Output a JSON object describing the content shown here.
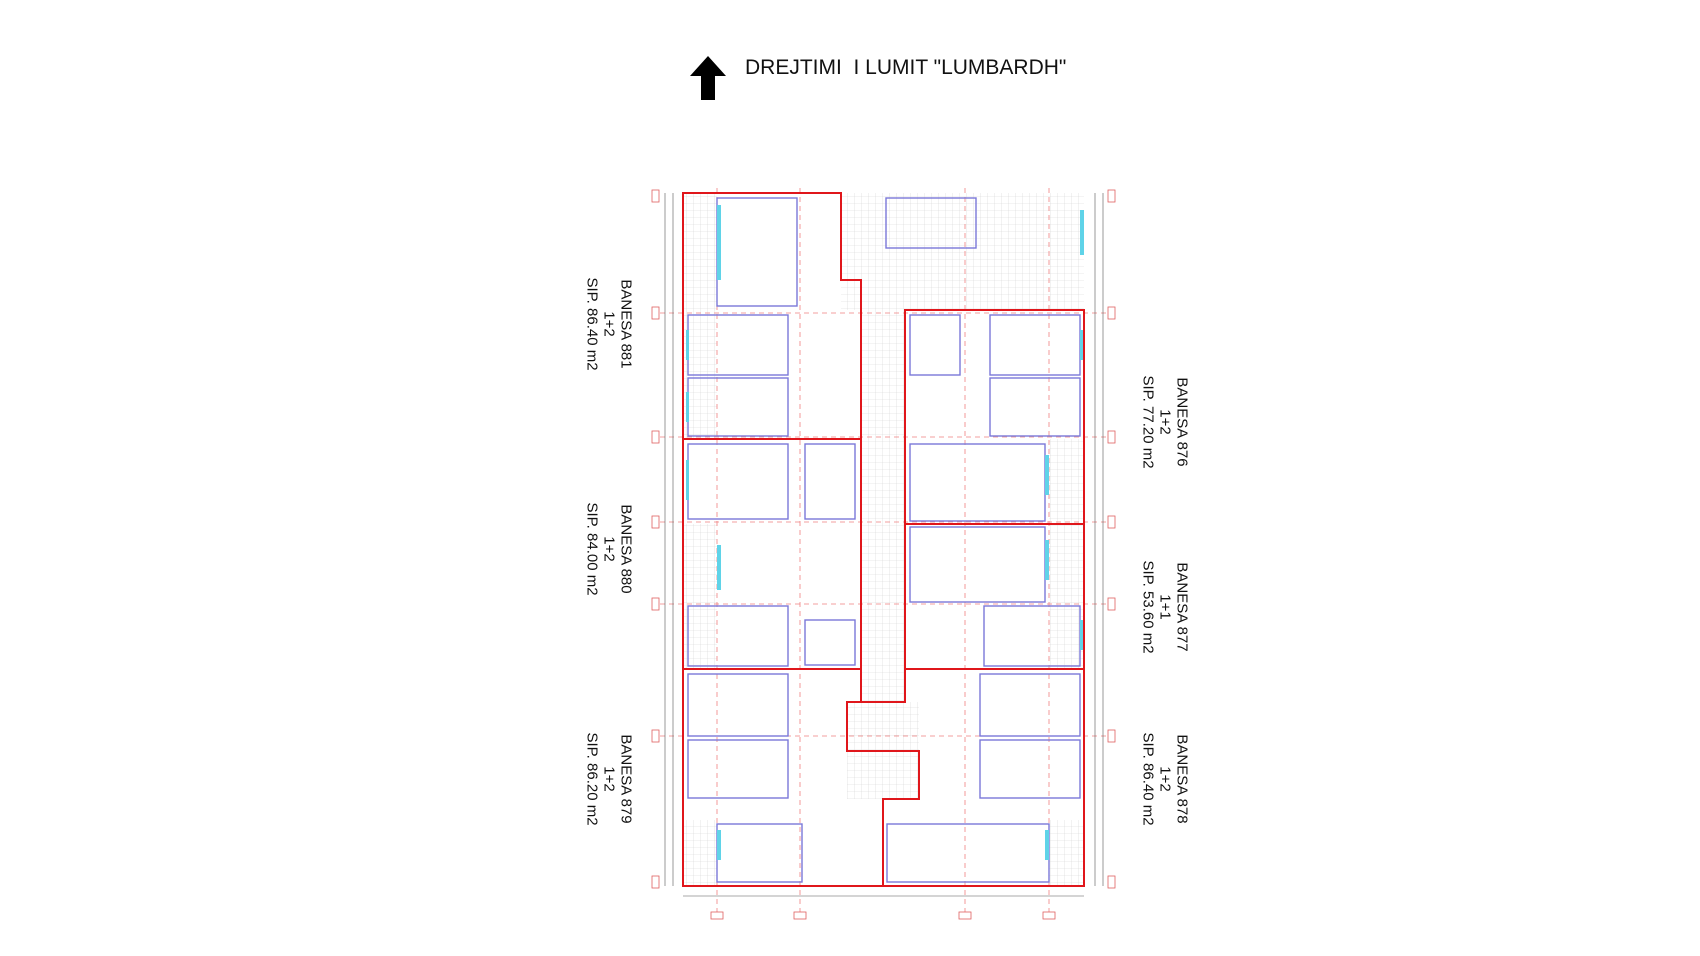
{
  "header": {
    "title": "DREJTIMI  I LUMIT \"LUMBARDH\"",
    "arrow_icon": "north-arrow-icon"
  },
  "units": [
    {
      "name": "BANESA 881",
      "type": "1+2",
      "area": "SIP. 86.40 m2",
      "side": "left"
    },
    {
      "name": "BANESA 880",
      "type": "1+2",
      "area": "SIP. 84.00 m2",
      "side": "left"
    },
    {
      "name": "BANESA 879",
      "type": "1+2",
      "area": "SIP. 86.20 m2",
      "side": "left"
    },
    {
      "name": "BANESA 876",
      "type": "1+2",
      "area": "SIP. 77.20 m2",
      "side": "right"
    },
    {
      "name": "BANESA 877",
      "type": "1+1",
      "area": "SIP. 53.60 m2",
      "side": "right"
    },
    {
      "name": "BANESA 878",
      "type": "1+2",
      "area": "SIP. 86.40 m2",
      "side": "right"
    }
  ],
  "colors": {
    "unit_outline": "#e0161b",
    "walls": "#7a78d8",
    "grid_axis": "#f08080",
    "window": "#5fd3e8"
  }
}
